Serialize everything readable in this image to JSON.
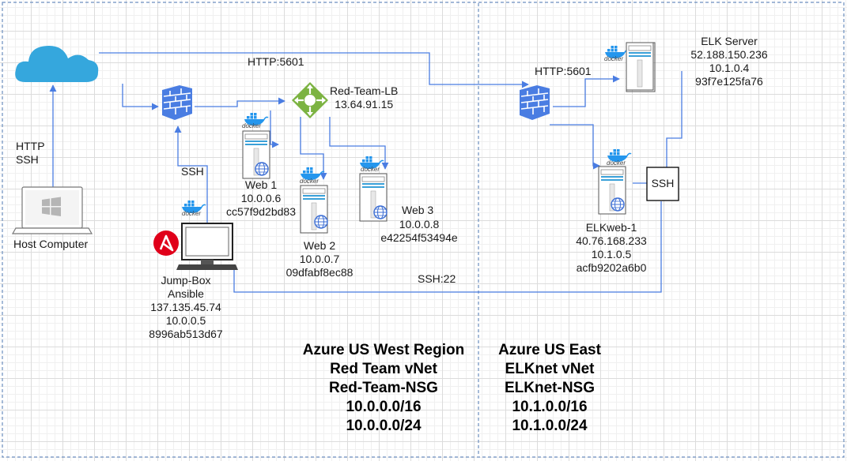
{
  "labels": {
    "http_5601_top": "HTTP:5601",
    "http_5601_right": "HTTP:5601",
    "http_ssh": [
      "HTTP",
      "SSH"
    ],
    "ssh_jump": "SSH",
    "ssh_22": "SSH:22",
    "ssh_box": "SSH",
    "docker": "docker"
  },
  "nodes": {
    "host_computer": {
      "name": "Host Computer"
    },
    "load_balancer": {
      "name": "Red-Team-LB",
      "ip": "13.64.91.15"
    },
    "web1": {
      "name": "Web 1",
      "ip": "10.0.0.6",
      "id": "cc57f9d2bd83"
    },
    "web2": {
      "name": "Web 2",
      "ip": "10.0.0.7",
      "id": "09dfabf8ec88"
    },
    "web3": {
      "name": "Web 3",
      "ip": "10.0.0.8",
      "id": "e42254f53494e"
    },
    "jump_box": {
      "name": "Jump-Box",
      "role": "Ansible",
      "public_ip": "137.135.45.74",
      "ip": "10.0.0.5",
      "id": "8996ab513d67"
    },
    "elk_server": {
      "name": "ELK Server",
      "public_ip": "52.188.150.236",
      "ip": "10.1.0.4",
      "id": "93f7e125fa76"
    },
    "elkweb1": {
      "name": "ELKweb-1",
      "public_ip": "40.76.168.233",
      "ip": "10.1.0.5",
      "id": "acfb9202a6b0"
    }
  },
  "regions": {
    "west": {
      "lines": [
        "Azure US West Region",
        "Red Team vNet",
        "Red-Team-NSG",
        "10.0.0.0/16",
        "10.0.0.0/24"
      ]
    },
    "east": {
      "lines": [
        "Azure US East",
        "ELKnet vNet",
        "ELKnet-NSG",
        "10.1.0.0/16",
        "10.1.0.0/24"
      ]
    }
  },
  "colors": {
    "connector": "#4a7de2",
    "line_dark": "#333333",
    "boundary": "#6c8ebf",
    "cloud": "#35a7dd"
  }
}
